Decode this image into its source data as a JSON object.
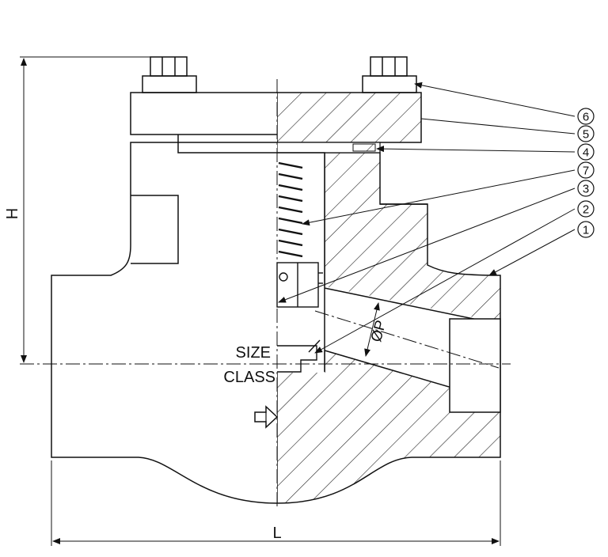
{
  "drawing": {
    "dimensions": {
      "height_label": "H",
      "length_label": "L",
      "bore_label": "ØP"
    },
    "markings": {
      "size_label": "SIZE",
      "class_label": "CLASS"
    },
    "callouts": [
      {
        "number": "6"
      },
      {
        "number": "5"
      },
      {
        "number": "4"
      },
      {
        "number": "7"
      },
      {
        "number": "3"
      },
      {
        "number": "2"
      },
      {
        "number": "1"
      }
    ],
    "colors": {
      "line": "#111111",
      "hatch": "#222222",
      "background": "#ffffff"
    }
  }
}
